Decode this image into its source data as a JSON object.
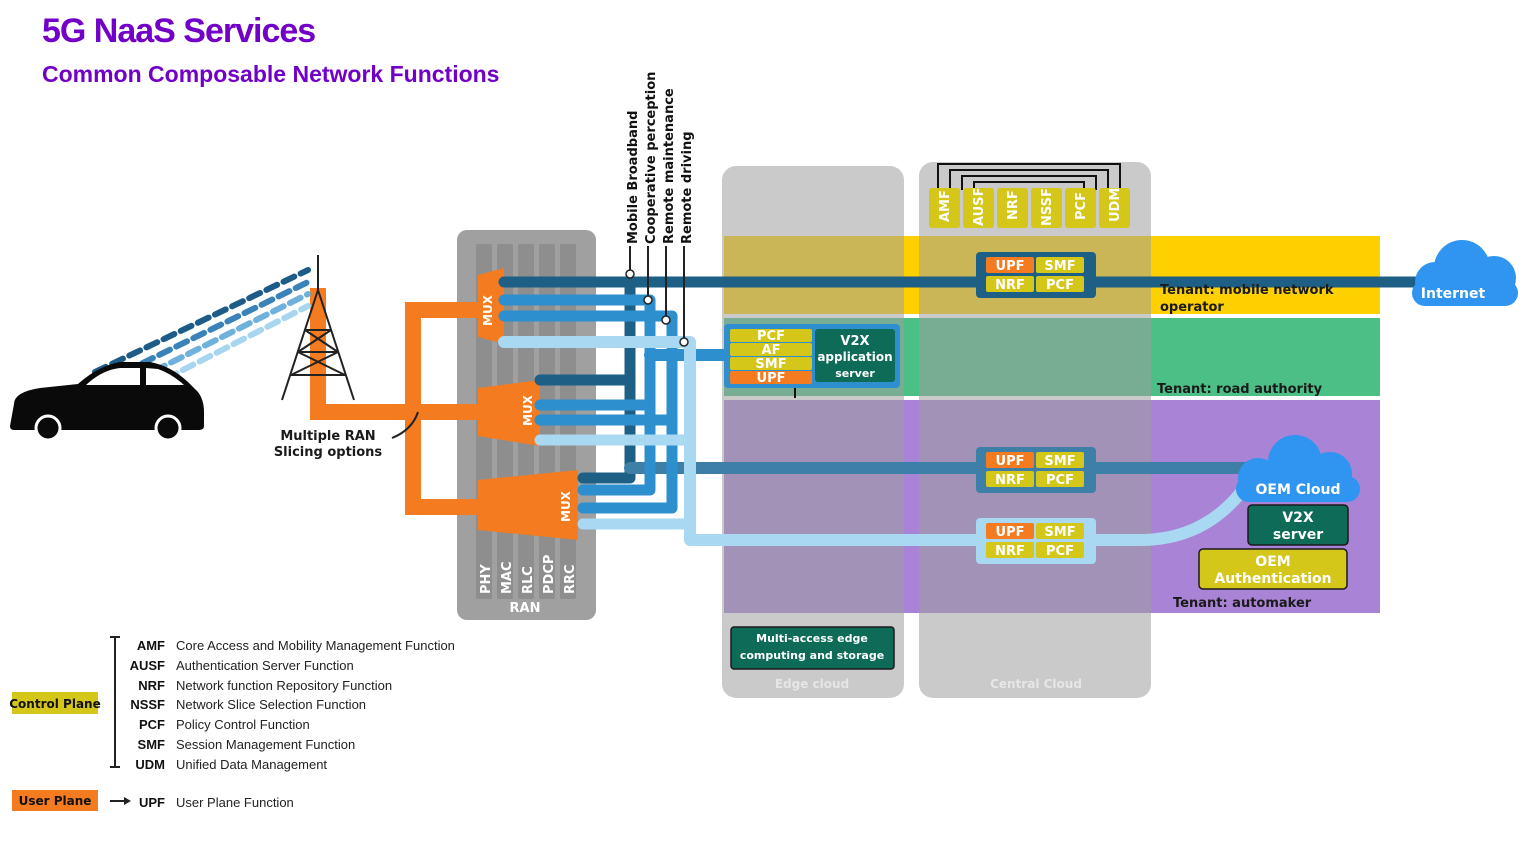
{
  "header": {
    "title": "5G NaaS Services",
    "subtitle": "Common Composable Network Functions"
  },
  "ran": {
    "label": "RAN",
    "layers": [
      "PHY",
      "MAC",
      "RLC",
      "PDCP",
      "RRC"
    ],
    "mux_label": "MUX",
    "slicing_label_line1": "Multiple RAN",
    "slicing_label_line2": "Slicing options"
  },
  "use_cases": [
    "Mobile Broadband",
    "Cooperative perception",
    "Remote maintenance",
    "Remote driving"
  ],
  "clouds": {
    "edge_label": "Edge cloud",
    "central_label": "Central Cloud",
    "mec_line1": "Multi-access edge",
    "mec_line2": "computing and storage"
  },
  "core_functions": [
    "AMF",
    "AUSF",
    "NRF",
    "NSSF",
    "PCF",
    "UDM"
  ],
  "nf_block": {
    "upf": "UPF",
    "smf": "SMF",
    "nrf": "NRF",
    "pcf": "PCF"
  },
  "edge_stack": [
    "PCF",
    "AF",
    "SMF",
    "UPF"
  ],
  "v2x_app": {
    "line1": "V2X",
    "line2": "application",
    "line3": "server"
  },
  "tenants": {
    "mobile_line1": "Tenant: mobile network",
    "mobile_line2": "operator",
    "road": "Tenant: road authority",
    "automaker": "Tenant: automaker"
  },
  "internet": "Internet",
  "oem": {
    "cloud": "OEM Cloud",
    "v2x_line1": "V2X",
    "v2x_line2": "server",
    "auth_line1": "OEM",
    "auth_line2": "Authentication"
  },
  "legend": {
    "control_plane": "Control Plane",
    "user_plane": "User Plane",
    "entries": [
      {
        "abbr": "AMF",
        "def": "Core Access and Mobility Management Function"
      },
      {
        "abbr": "AUSF",
        "def": "Authentication Server Function"
      },
      {
        "abbr": "NRF",
        "def": "Network function Repository Function"
      },
      {
        "abbr": "NSSF",
        "def": "Network Slice Selection Function"
      },
      {
        "abbr": "PCF",
        "def": "Policy Control Function"
      },
      {
        "abbr": "SMF",
        "def": "Session Management Function"
      },
      {
        "abbr": "UDM",
        "def": "Unified Data Management"
      }
    ],
    "upf_abbr": "UPF",
    "upf_def": "User Plane Function"
  },
  "colors": {
    "title": "#7200c8",
    "orange": "#f47b20",
    "yellow": "#d4c71a",
    "teal_dark": "#0d6b57",
    "gray": "#a5a5a5",
    "band_yellow": "#ffd000",
    "band_green": "#4cbf86",
    "band_purple": "#a983d6",
    "line_dark": "#1e5f86",
    "line_mid": "#2e8fcf",
    "line_light": "#a9d8f2",
    "cloud_blue": "#2f95f0"
  }
}
